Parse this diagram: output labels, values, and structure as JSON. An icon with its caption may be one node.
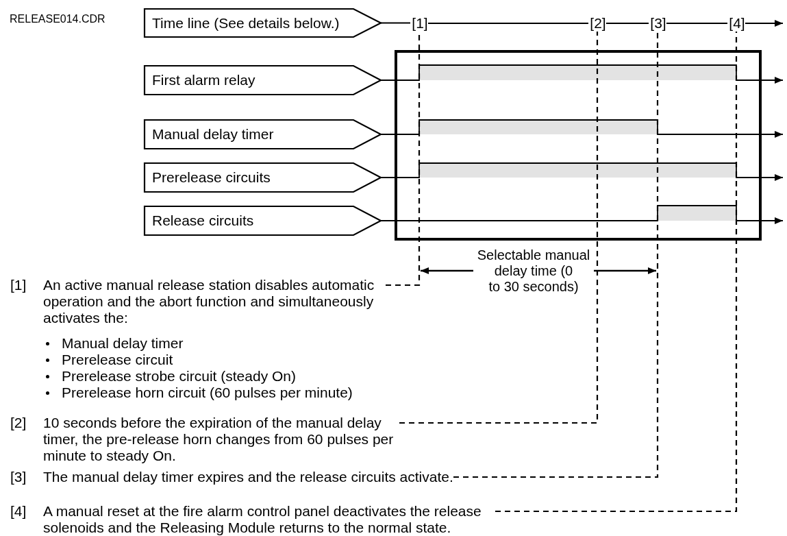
{
  "diagram": {
    "nodes": [
      {
        "text": [
          "Time line (See details below.)"
        ]
      },
      {
        "text": [
          "[1]"
        ]
      },
      {
        "text": [
          "[2]"
        ]
      },
      {
        "text": [
          "[3]"
        ]
      },
      {
        "text": [
          "[4]"
        ]
      },
      {
        "text": [
          "First alarm relay"
        ]
      },
      {
        "text": [
          "Manual delay timer"
        ]
      },
      {
        "text": [
          "Prerelease circuits"
        ]
      },
      {
        "text": [
          "Release circuits"
        ]
      },
      {
        "text": [
          "[1]",
          "An active manual release station disables automatic operation and the abort function and simultaneously activates the:",
          "Manual delay timer",
          "Prerelease circuit",
          "Prerelease strobe circuit (steady On)",
          "Prerelease horn circuit (60 pulses per minute)"
        ]
      },
      {
        "text": [
          "[2]",
          "10 seconds before the expiration of the manual delay timer, the pre-release horn changes from 60 pulses per minute to steady On."
        ]
      },
      {
        "text": [
          "[3]",
          "The manual delay timer expires and the release circuits activate."
        ]
      },
      {
        "text": [
          "[4]",
          "A manual reset at the fire alarm control panel deactivates the release solenoids and the Releasing Module returns to the normal state."
        ]
      }
    ],
    "edges": [
      {
        "from": 0,
        "to": 1,
        "arrow": "none"
      },
      {
        "from": 1,
        "to": 2,
        "arrow": "none"
      },
      {
        "from": 2,
        "to": 3,
        "arrow": "none"
      },
      {
        "from": 3,
        "to": 4,
        "arrow": "none"
      },
      {
        "from": 4,
        "to": null,
        "arrow": "to"
      },
      {
        "from": 5,
        "to": null,
        "arrow": "to"
      },
      {
        "from": 6,
        "to": null,
        "arrow": "to"
      },
      {
        "from": 7,
        "to": null,
        "arrow": "to"
      },
      {
        "from": 8,
        "to": null,
        "arrow": "to"
      },
      {
        "from": 9,
        "to": 1,
        "arrow": "none",
        "style": "dashed"
      },
      {
        "from": 10,
        "to": 2,
        "arrow": "none",
        "style": "dashed"
      },
      {
        "from": 11,
        "to": 3,
        "arrow": "none",
        "style": "dashed"
      },
      {
        "from": 12,
        "to": 4,
        "arrow": "none",
        "style": "dashed"
      }
    ],
    "labels": [
      "RELEASE014.CDR",
      "Selectable manual delay time (0 to 30 seconds)"
    ]
  }
}
